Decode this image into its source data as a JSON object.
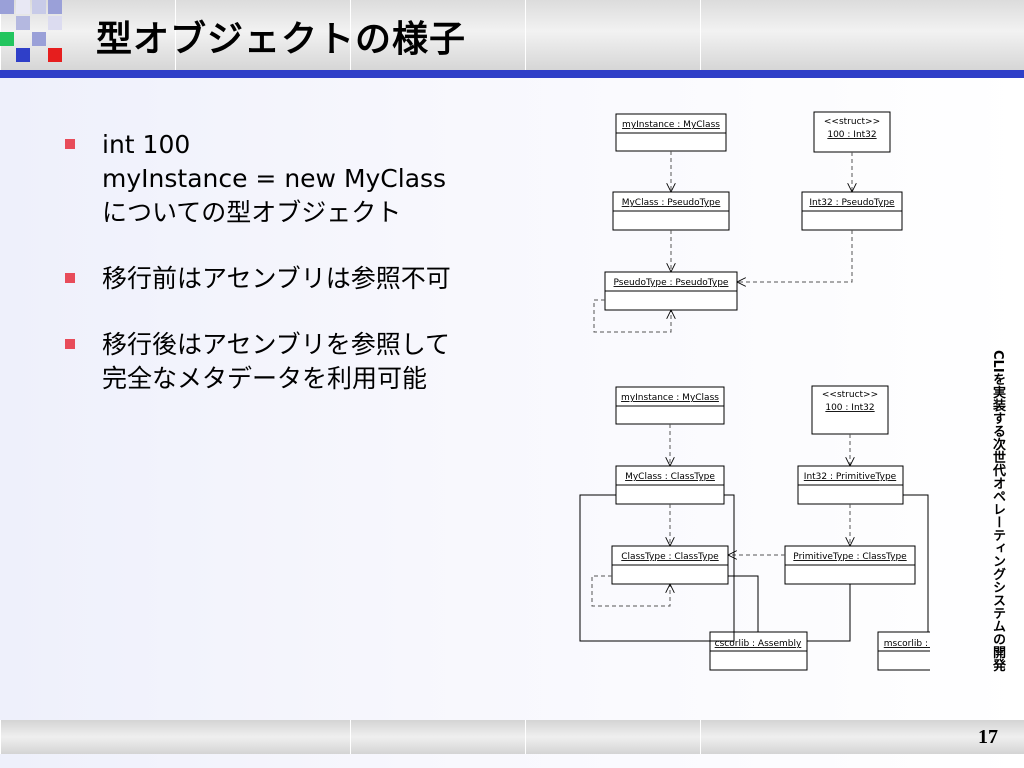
{
  "slide": {
    "title": "型オブジェクトの様子",
    "page_number": "17",
    "side_caption": "CLIを実装する次世代オペレーティングシステムの開発",
    "accent_color": "#2f3fc8",
    "bullet_color": "#e84c5a"
  },
  "bullets": [
    {
      "lines": [
        "int 100",
        "myInstance = new MyClass",
        "についての型オブジェクト"
      ]
    },
    {
      "lines": [
        "移行前はアセンブリは参照不可"
      ]
    },
    {
      "lines": [
        "移行後はアセンブリを参照して",
        "完全なメタデータを利用可能"
      ]
    }
  ],
  "diagrams": {
    "before": {
      "boxes": {
        "myinstance": "myInstance : MyClass",
        "int_stereotype": "<<struct>>",
        "int_value": "100 : Int32",
        "myclass": "MyClass : PseudoType",
        "int32": "Int32 : PseudoType",
        "pseudotype": "PseudoType : PseudoType"
      }
    },
    "after": {
      "boxes": {
        "myinstance": "myInstance : MyClass",
        "int_stereotype": "<<struct>>",
        "int_value": "100 : Int32",
        "myclass": "MyClass : ClassType",
        "int32": "Int32 : PrimitiveType",
        "classtype": "ClassType : ClassType",
        "primitivetype": "PrimitiveType : ClassType",
        "cscorlib": "cscorlib : Assembly",
        "mscorlib": "mscorlib : Assembly"
      }
    }
  }
}
